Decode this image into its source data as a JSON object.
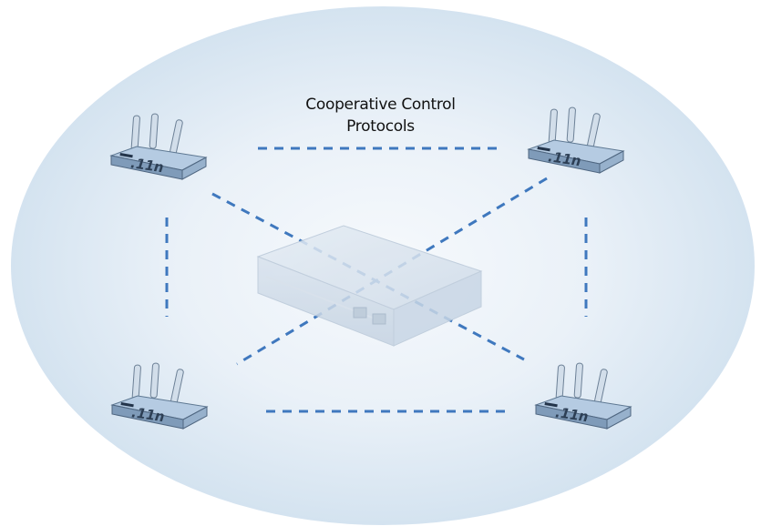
{
  "title": {
    "line1": "Cooperative Control",
    "line2": "Protocols"
  },
  "nodes": {
    "controller": {
      "role": "central-controller"
    },
    "access_points": [
      {
        "position": "top-left",
        "label": ".11n"
      },
      {
        "position": "top-right",
        "label": ".11n"
      },
      {
        "position": "bottom-left",
        "label": ".11n"
      },
      {
        "position": "bottom-right",
        "label": ".11n"
      }
    ]
  },
  "links": [
    {
      "from": "top-left",
      "to": "top-right"
    },
    {
      "from": "bottom-left",
      "to": "bottom-right"
    },
    {
      "from": "top-left",
      "to": "bottom-left"
    },
    {
      "from": "top-right",
      "to": "bottom-right"
    },
    {
      "from": "top-left",
      "to": "bottom-right"
    },
    {
      "from": "top-right",
      "to": "bottom-left"
    }
  ],
  "colors": {
    "link": "#3f78be",
    "cloud_center": "#f4f8fc",
    "cloud_edge": "#d6e4f1",
    "router": "#9fb8d3"
  }
}
